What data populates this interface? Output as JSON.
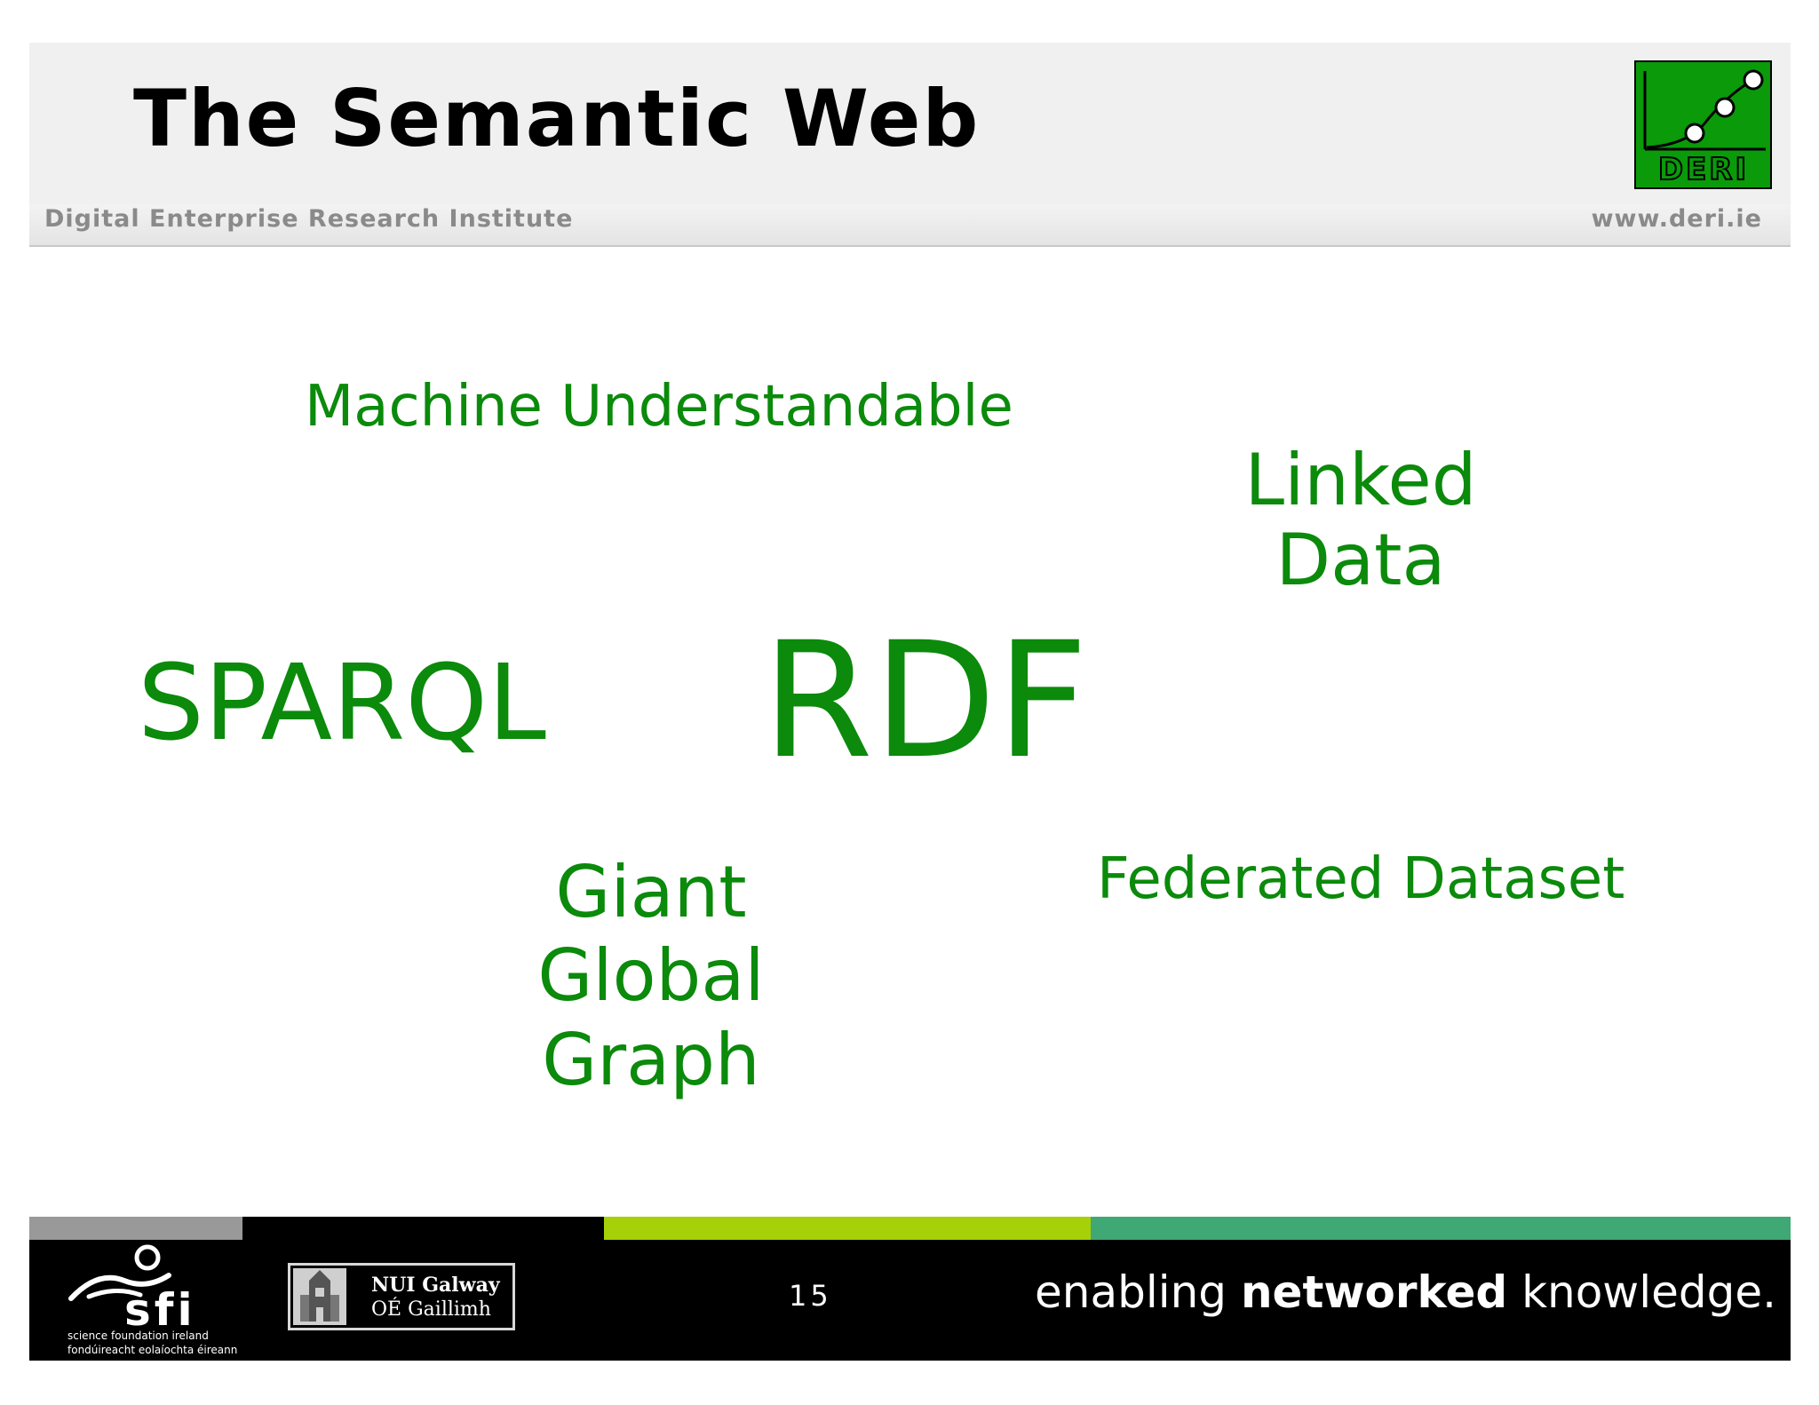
{
  "header": {
    "title": "The Semantic Web",
    "institute": "Digital Enterprise Research Institute",
    "website": "www.deri.ie",
    "logo_text": "DERI"
  },
  "content": {
    "machine_understandable": "Machine Understandable",
    "linked_data_line1": "Linked",
    "linked_data_line2": "Data",
    "sparql": "SPARQL",
    "rdf": "RDF",
    "giant_line1": "Giant",
    "giant_line2": "Global",
    "giant_line3": "Graph",
    "federated_dataset": "Federated Dataset"
  },
  "footer": {
    "sfi_line1": "science foundation ireland",
    "sfi_line2": "fondúireacht eolaíochta éireann",
    "sfi_logo_text": "sfi",
    "nui_line1": "NUI Galway",
    "nui_line2": "OÉ Gaillimh",
    "page_number": "15",
    "tagline_pre": "enabling ",
    "tagline_bold": "networked",
    "tagline_post": " knowledge."
  },
  "colors": {
    "text_green": "#0b8a0b",
    "bar_grey": "#999999",
    "bar_lime": "#a6d008",
    "bar_teal": "#3fa874",
    "deri_green": "#0a9a0a"
  },
  "icons": {
    "deri_logo": "deri-logo-icon",
    "sfi_logo": "sfi-logo-icon",
    "nui_crest": "nui-crest-icon"
  }
}
